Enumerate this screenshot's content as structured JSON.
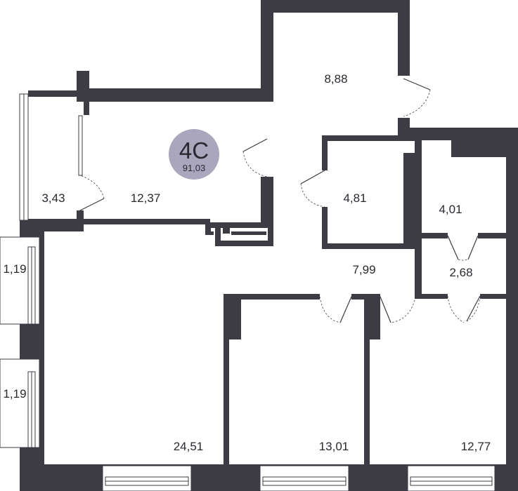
{
  "apartment": {
    "code": "4C",
    "total_area": "91,03",
    "badge_color": "#a9a6bd",
    "wall_color": "#3d3b44"
  },
  "rooms": {
    "hall_top": "8,88",
    "balcony": "3,43",
    "kitchen": "12,37",
    "bathroom": "4,81",
    "wc": "4,01",
    "corridor": "7,99",
    "storage": "2,68",
    "living": "24,51",
    "bedroom_middle": "13,01",
    "bedroom_right": "12,77",
    "loggia_top": "1,19",
    "loggia_bottom": "1,19"
  }
}
